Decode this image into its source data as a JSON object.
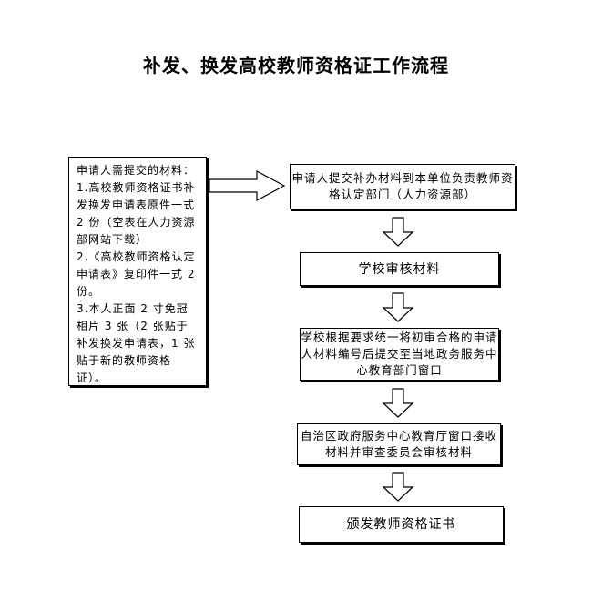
{
  "title": "补发、换发高校教师资格证工作流程",
  "materials": {
    "lines": [
      "申请人需提交的材料：",
      "1.高校教师资格证书补发换发申请表原件一式 2 份（空表在人力资源部网站下载）",
      "2.《高校教师资格认定申请表》复印件一式 2 份。",
      "3.本人正面 2 寸免冠相片 3 张（2 张贴于补发换发申请表，1 张贴于新的教师资格证）。"
    ]
  },
  "steps": [
    "申请人提交补办材料到本单位负责教师资格认定部门（人力资源部）",
    "学校审核材料",
    "学校根据要求统一将初审合格的申请人材料编号后提交至当地政务服务中心教育部门窗口",
    "自治区政府服务中心教育厅窗口接收材料并审查委员会审核材料",
    "颁发教师资格证书"
  ]
}
